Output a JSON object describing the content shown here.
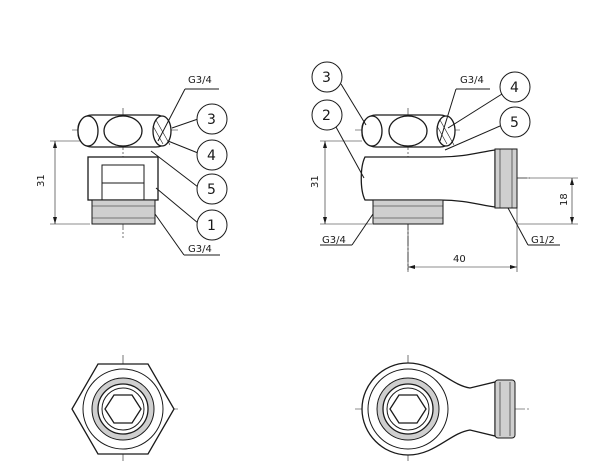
{
  "left_view": {
    "thread_top": "G3/4",
    "thread_bottom": "G3/4",
    "height_dim": "31",
    "callouts": [
      "3",
      "4",
      "5",
      "1"
    ]
  },
  "right_view": {
    "thread_top": "G3/4",
    "thread_bottom": "G3/4",
    "thread_outlet": "G1/2",
    "height_dim": "31",
    "outlet_height_dim": "18",
    "length_dim": "40",
    "callouts": [
      "3",
      "2",
      "4",
      "5"
    ]
  },
  "colors": {
    "line": "#1a1a1a",
    "shade": "#cfcfcf",
    "paper": "#ffffff"
  }
}
